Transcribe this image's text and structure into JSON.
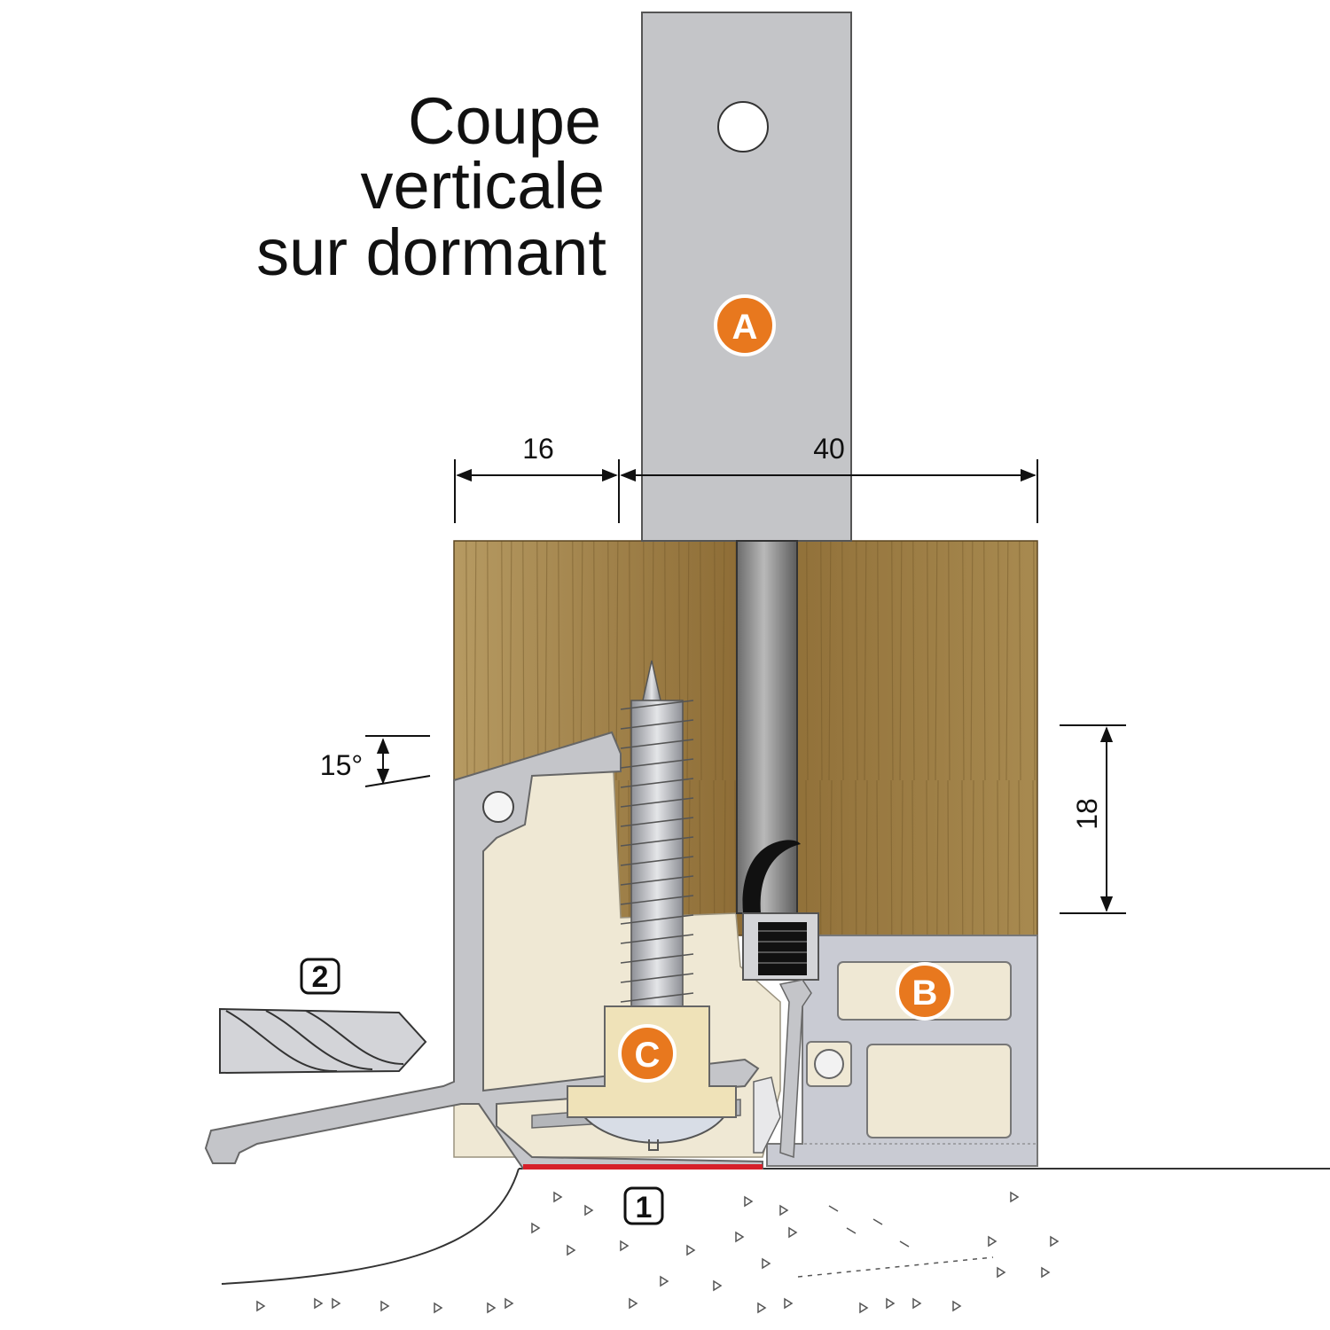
{
  "title": {
    "line1": "Coupe",
    "line2": "verticale",
    "line3": "sur dormant"
  },
  "dimensions": {
    "left_width": "16",
    "right_width": "40",
    "height": "18",
    "angle": "15°"
  },
  "callouts": {
    "a": "A",
    "b": "B",
    "c": "C"
  },
  "markers": {
    "one": "1",
    "two": "2"
  },
  "colors": {
    "accent_orange": "#e8781e",
    "wood": "#8a6a32",
    "aluminium": "#c9cbcf",
    "seal_red": "#d6202a"
  }
}
